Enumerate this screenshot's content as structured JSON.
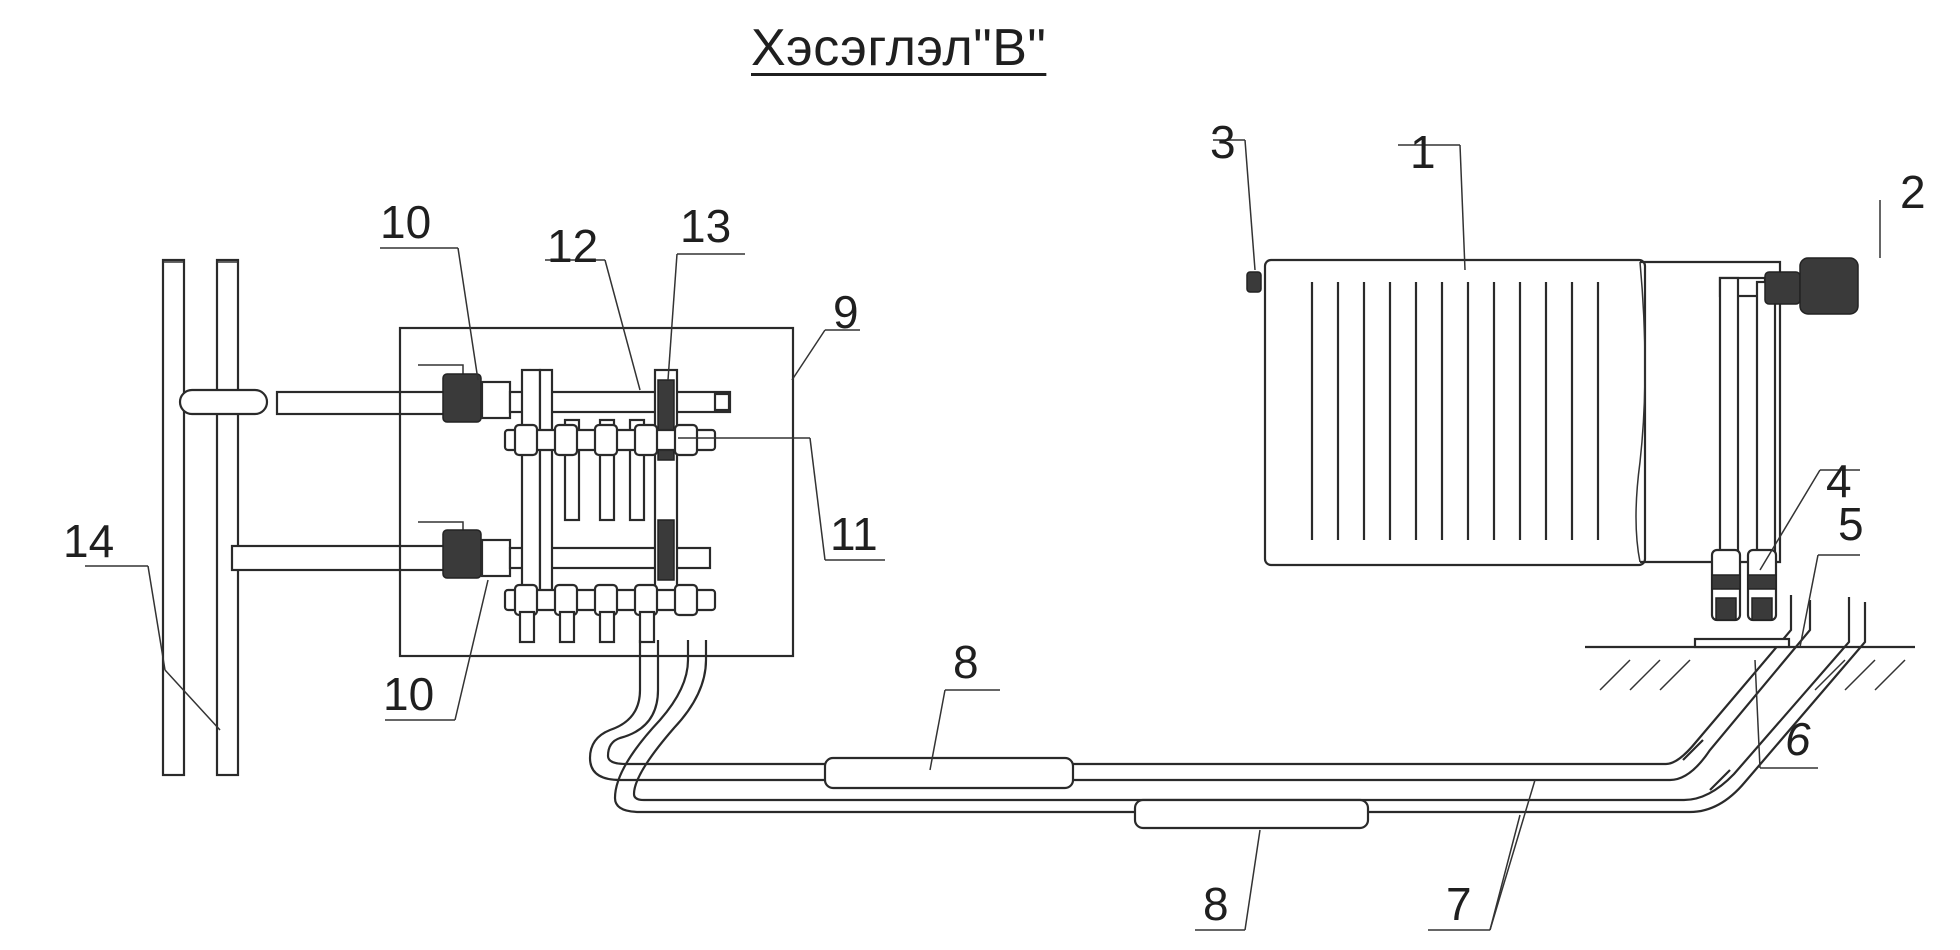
{
  "diagram": {
    "title": "Хэсэглэл\"B\"",
    "labels": {
      "l1": "1",
      "l2": "2",
      "l3": "3",
      "l4": "4",
      "l5": "5",
      "l6": "6",
      "l7": "7",
      "l8a": "8",
      "l8b": "8",
      "l9": "9",
      "l10a": "10",
      "l10b": "10",
      "l11": "11",
      "l12": "12",
      "l13": "13",
      "l14": "14"
    }
  }
}
